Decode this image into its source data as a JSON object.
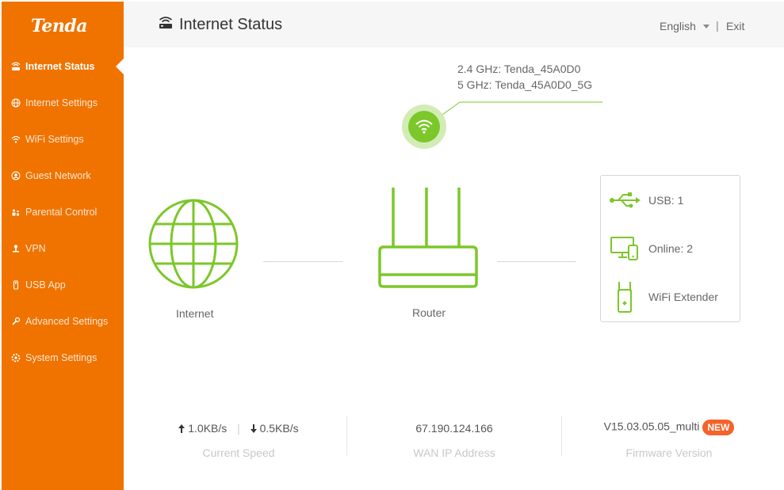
{
  "brand": {
    "logo_text": "Tenda",
    "primary": "#f07300",
    "accent_green": "#7cc72a"
  },
  "sidebar": {
    "items": [
      {
        "label": "Internet Status",
        "icon": "router-icon",
        "active": true
      },
      {
        "label": "Internet Settings",
        "icon": "globe-icon"
      },
      {
        "label": "WiFi Settings",
        "icon": "wifi-icon"
      },
      {
        "label": "Guest Network",
        "icon": "guest-icon"
      },
      {
        "label": "Parental Control",
        "icon": "parental-icon"
      },
      {
        "label": "VPN",
        "icon": "vpn-icon"
      },
      {
        "label": "USB App",
        "icon": "usb-icon"
      },
      {
        "label": "Advanced Settings",
        "icon": "wrench-icon"
      },
      {
        "label": "System Settings",
        "icon": "gear-icon"
      }
    ]
  },
  "header": {
    "title": "Internet Status",
    "language": "English",
    "separator": "|",
    "exit_label": "Exit"
  },
  "wifi": {
    "ssid_24": "2.4 GHz: Tenda_45A0D0",
    "ssid_5": "5 GHz: Tenda_45A0D0_5G"
  },
  "diagram": {
    "internet_label": "Internet",
    "router_label": "Router"
  },
  "devices": {
    "usb": "USB:  1",
    "online": "Online:  2",
    "extender": "WiFi Extender"
  },
  "stats": {
    "upload": "1.0KB/s",
    "speed_sep": "|",
    "download": "0.5KB/s",
    "speed_label": "Current Speed",
    "wan_ip": "67.190.124.166",
    "wan_label": "WAN IP Address",
    "firmware": "V15.03.05.05_multi",
    "new_badge": "NEW",
    "firmware_label": "Firmware Version"
  }
}
